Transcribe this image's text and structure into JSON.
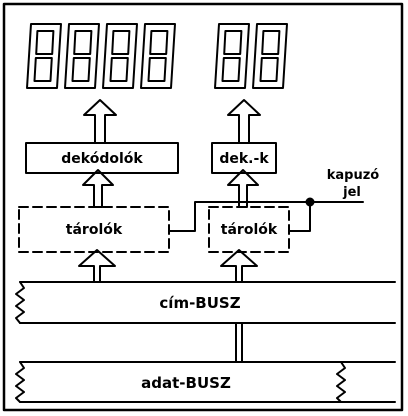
{
  "labels": {
    "decoders_left": "dekódolók",
    "decoders_right": "dek.-k",
    "latch_left": "tárolók",
    "latch_right": "tárolók",
    "gate_signal_line1": "kapuzó",
    "gate_signal_line2": "jel",
    "address_bus": "cím-BUSZ",
    "data_bus": "adat-BUSZ"
  },
  "displays": {
    "left_digit_count": 4,
    "right_digit_count": 2,
    "segment_glyph": "8"
  },
  "colors": {
    "ink": "#000000",
    "paper": "#ffffff"
  }
}
